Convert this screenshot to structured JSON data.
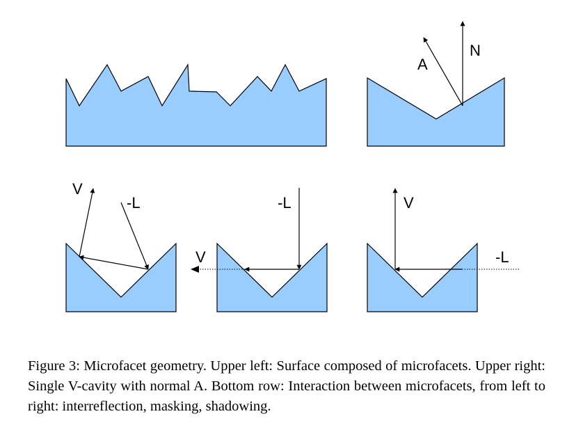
{
  "labels": {
    "upper_right_vector_a": "A",
    "upper_right_normal": "N",
    "interreflection_view": "V",
    "interreflection_light": "-L",
    "masking_light": "-L",
    "masking_view": "V",
    "shadowing_view": "V",
    "shadowing_light": "-L"
  },
  "caption": "Figure 3: Microfacet geometry. Upper left: Surface composed of microfacets. Upper right: Single V-cavity with normal A. Bottom row: Interaction between microfacets, from left to right: interreflection, masking, shadowing."
}
